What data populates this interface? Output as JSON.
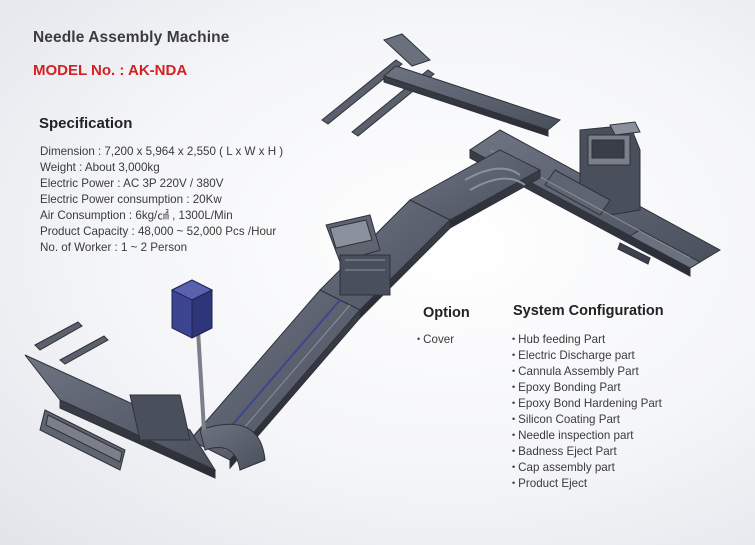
{
  "header": {
    "title": "Needle Assembly Machine",
    "model": "MODEL No. : AK-NDA"
  },
  "specification": {
    "heading": "Specification",
    "items": [
      "Dimension  :  7,200 x 5,964 x 2,550 ( L x W x H )",
      "Weight  : About 3,000kg",
      "Electric Power : AC 3P 220V / 380V",
      "Electric Power consumption : 20Kw",
      "Air Consumption : 6kg/㎠ , 1300L/Min",
      "Product Capacity :  48,000 ~ 52,000 Pcs /Hour",
      "No. of Worker : 1 ~ 2 Person"
    ]
  },
  "option": {
    "heading": "Option",
    "items": [
      "Cover"
    ]
  },
  "system_configuration": {
    "heading": "System Configuration",
    "items": [
      "Hub feeding  Part",
      "Electric Discharge part",
      "Cannula Assembly Part",
      "Epoxy Bonding Part",
      "Epoxy Bond  Hardening Part",
      "Silicon Coating Part",
      "Needle inspection part",
      "Badness Eject Part",
      "Cap assembly part",
      "Product Eject"
    ]
  },
  "bullet_glyph": "•",
  "colors": {
    "model_text": "#d42121",
    "machine_body": "#4a4f5c",
    "control_box": "#3d4590"
  }
}
